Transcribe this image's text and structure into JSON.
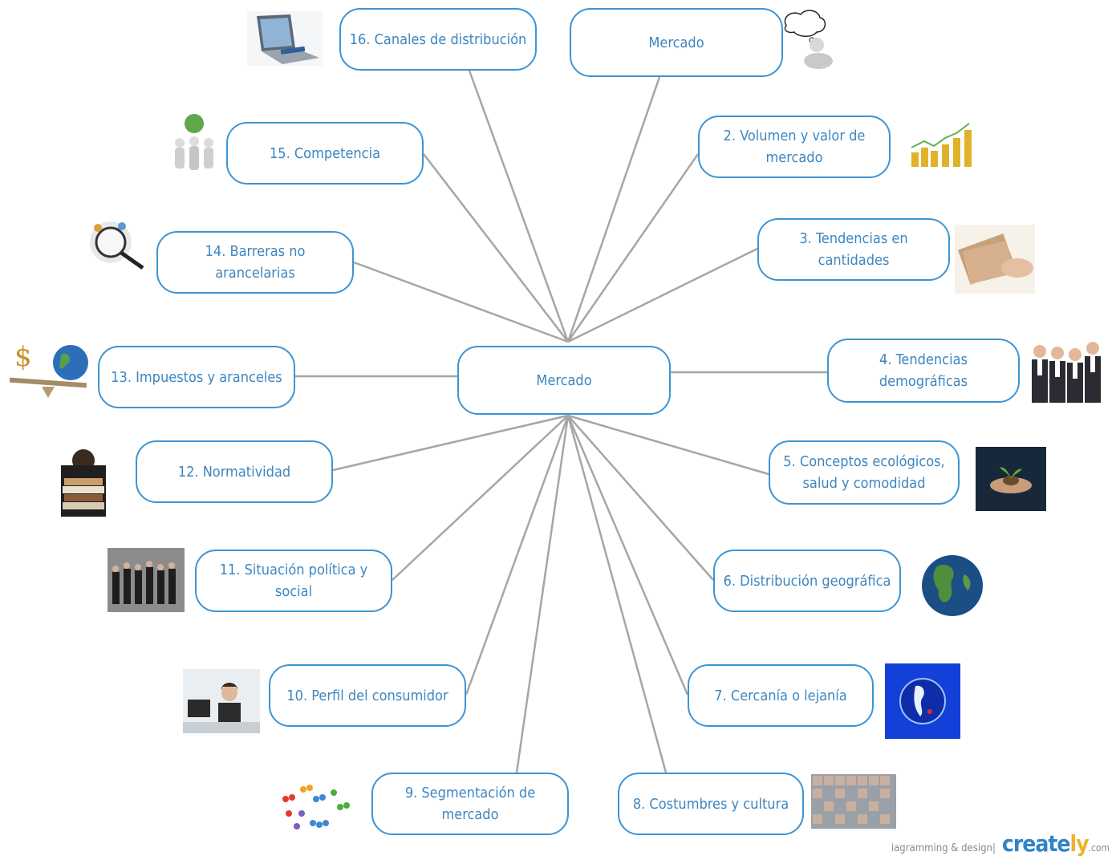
{
  "center": {
    "label": "Mercado"
  },
  "nodes": [
    {
      "id": "top",
      "label": "Mercado"
    },
    {
      "id": "n2",
      "label": "2. Volumen y valor de\nmercado"
    },
    {
      "id": "n3",
      "label": "3. Tendencias en\ncantidades"
    },
    {
      "id": "n4",
      "label": "4.  Tendencias\ndemográficas"
    },
    {
      "id": "n5",
      "label": "5. Conceptos ecológicos,\nsalud y comodidad"
    },
    {
      "id": "n6",
      "label": "6. Distribución geográfica"
    },
    {
      "id": "n7",
      "label": "7. Cercanía o lejanía"
    },
    {
      "id": "n8",
      "label": "8. Costumbres y cultura"
    },
    {
      "id": "n9",
      "label": "9. Segmentación de\nmercado"
    },
    {
      "id": "n10",
      "label": "10. Perfil del consumidor"
    },
    {
      "id": "n11",
      "label": "11. Situación política y\nsocial"
    },
    {
      "id": "n12",
      "label": "12. Normatividad"
    },
    {
      "id": "n13",
      "label": "13.  Impuestos y aranceles"
    },
    {
      "id": "n14",
      "label": "14. Barreras no arancelarias"
    },
    {
      "id": "n15",
      "label": "15. Competencia"
    },
    {
      "id": "n16",
      "label": "16.  Canales de distribución"
    }
  ],
  "images": [
    {
      "id": "laptop",
      "icon": "laptop-icon"
    },
    {
      "id": "thinker",
      "icon": "thinking-figure-icon"
    },
    {
      "id": "team",
      "icon": "team-globe-icon"
    },
    {
      "id": "growth",
      "icon": "coin-growth-chart-icon"
    },
    {
      "id": "magnifier",
      "icon": "magnifier-icon"
    },
    {
      "id": "money",
      "icon": "money-hand-icon"
    },
    {
      "id": "scale",
      "icon": "dollar-globe-scale-icon"
    },
    {
      "id": "people",
      "icon": "business-people-icon"
    },
    {
      "id": "books",
      "icon": "books-icon"
    },
    {
      "id": "plant",
      "icon": "plant-in-hands-icon"
    },
    {
      "id": "crowd",
      "icon": "business-crowd-icon"
    },
    {
      "id": "globe",
      "icon": "earth-globe-icon"
    },
    {
      "id": "office",
      "icon": "office-woman-icon"
    },
    {
      "id": "blueglobe",
      "icon": "blue-globe-icon"
    },
    {
      "id": "segments",
      "icon": "people-segments-icon"
    },
    {
      "id": "faces",
      "icon": "faces-collage-icon"
    }
  ],
  "watermark": {
    "text": "iagramming & design|",
    "brand_main": "create",
    "brand_accent": "ly",
    "domain": ".com"
  },
  "colors": {
    "box_border": "#3d94d4",
    "text": "#3d86c0",
    "connector": "#a6a6a6"
  }
}
